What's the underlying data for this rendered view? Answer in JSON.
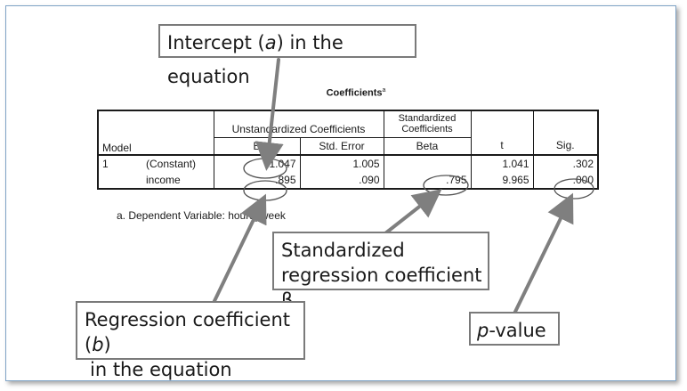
{
  "table": {
    "title": "Coefficients",
    "title_sup": "a",
    "headers": {
      "model": "Model",
      "unstandardized": "Unstandardized Coefficients",
      "standardized_line1": "Standardized",
      "standardized_line2": "Coefficients",
      "b": "B",
      "std_error": "Std. Error",
      "beta": "Beta",
      "t": "t",
      "sig": "Sig."
    },
    "rows": [
      {
        "model": "1",
        "term": "(Constant)",
        "b": "1.047",
        "std_error": "1.005",
        "beta": "",
        "t": "1.041",
        "sig": ".302"
      },
      {
        "model": "",
        "term": "income",
        "b": ".895",
        "std_error": ".090",
        "beta": ".795",
        "t": "9.965",
        "sig": ".000"
      }
    ],
    "footnote": "a. Dependent Variable: hours_week"
  },
  "callouts": {
    "intercept": {
      "pre": "Intercept (",
      "var": "a",
      "post": ") in the equation"
    },
    "standardized": {
      "line1": "Standardized",
      "line2": "regression coefficient β"
    },
    "regression": {
      "pre": "Regression coefficient (",
      "var": "b",
      "post": ")",
      "line2": "in the equation"
    },
    "pvalue": {
      "var": "p",
      "post": "-value"
    }
  },
  "colors": {
    "arrow": "#7f7f7f",
    "callout_border": "#7a7a7a",
    "frame_border": "#7fa3c6"
  }
}
